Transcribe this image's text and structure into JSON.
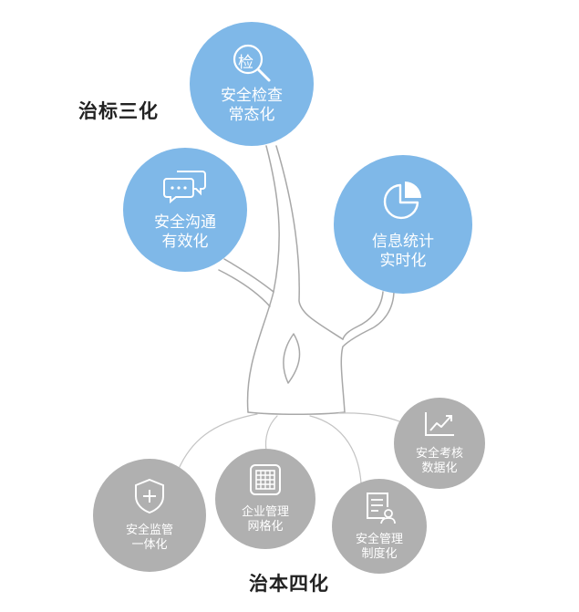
{
  "headings": {
    "top": "治标三化",
    "bottom": "治本四化"
  },
  "colors": {
    "blue_circle": "#7fb8e8",
    "gray_circle": "#b0b0b0",
    "trunk_stroke": "#a8a8a8",
    "heading": "#222222"
  },
  "blue_nodes": [
    {
      "icon": "search-inspect-icon",
      "icon_char": "检",
      "line1": "安全检查",
      "line2": "常态化"
    },
    {
      "icon": "chat-bubbles-icon",
      "line1": "安全沟通",
      "line2": "有效化"
    },
    {
      "icon": "pie-chart-icon",
      "line1": "信息统计",
      "line2": "实时化"
    }
  ],
  "gray_nodes": [
    {
      "icon": "shield-plus-icon",
      "line1": "安全监管",
      "line2": "一体化"
    },
    {
      "icon": "grid-icon",
      "line1": "企业管理",
      "line2": "网格化"
    },
    {
      "icon": "document-user-icon",
      "line1": "安全管理",
      "line2": "制度化"
    },
    {
      "icon": "line-chart-icon",
      "line1": "安全考核",
      "line2": "数据化"
    }
  ]
}
